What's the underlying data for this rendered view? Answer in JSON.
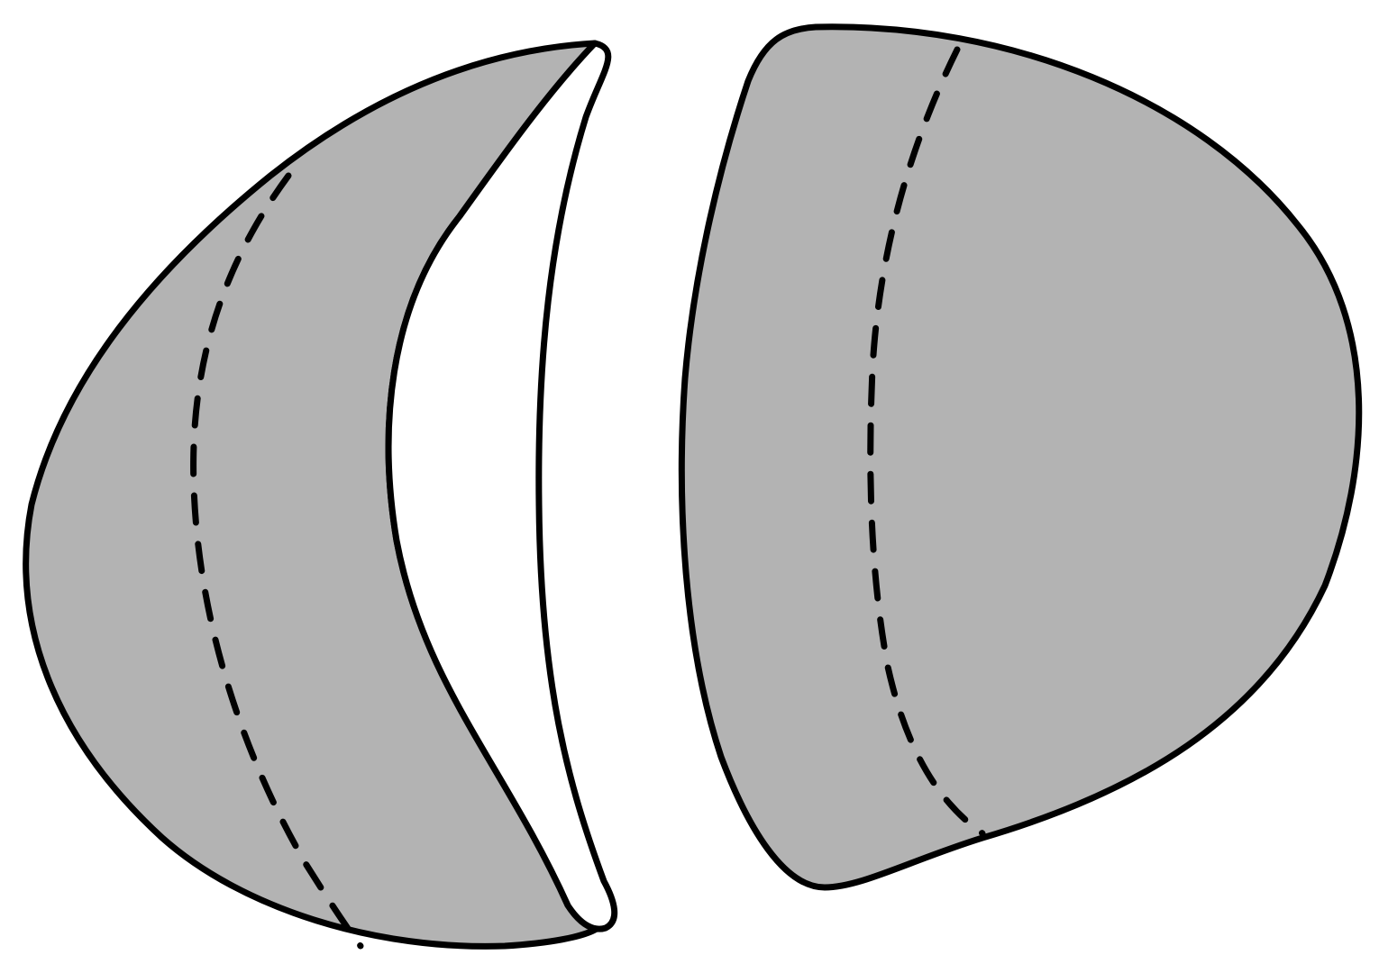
{
  "figure": {
    "caption": "",
    "colors": {
      "background": "#ffffff",
      "fill": "#b3b3b3",
      "hollow": "#ffffff",
      "stroke": "#000000"
    },
    "parts": [
      {
        "name": "left-shell-piece",
        "description_icon": "hollow-crescent-shell"
      },
      {
        "name": "right-solid-piece",
        "description_icon": "solid-dome-segment"
      }
    ]
  }
}
